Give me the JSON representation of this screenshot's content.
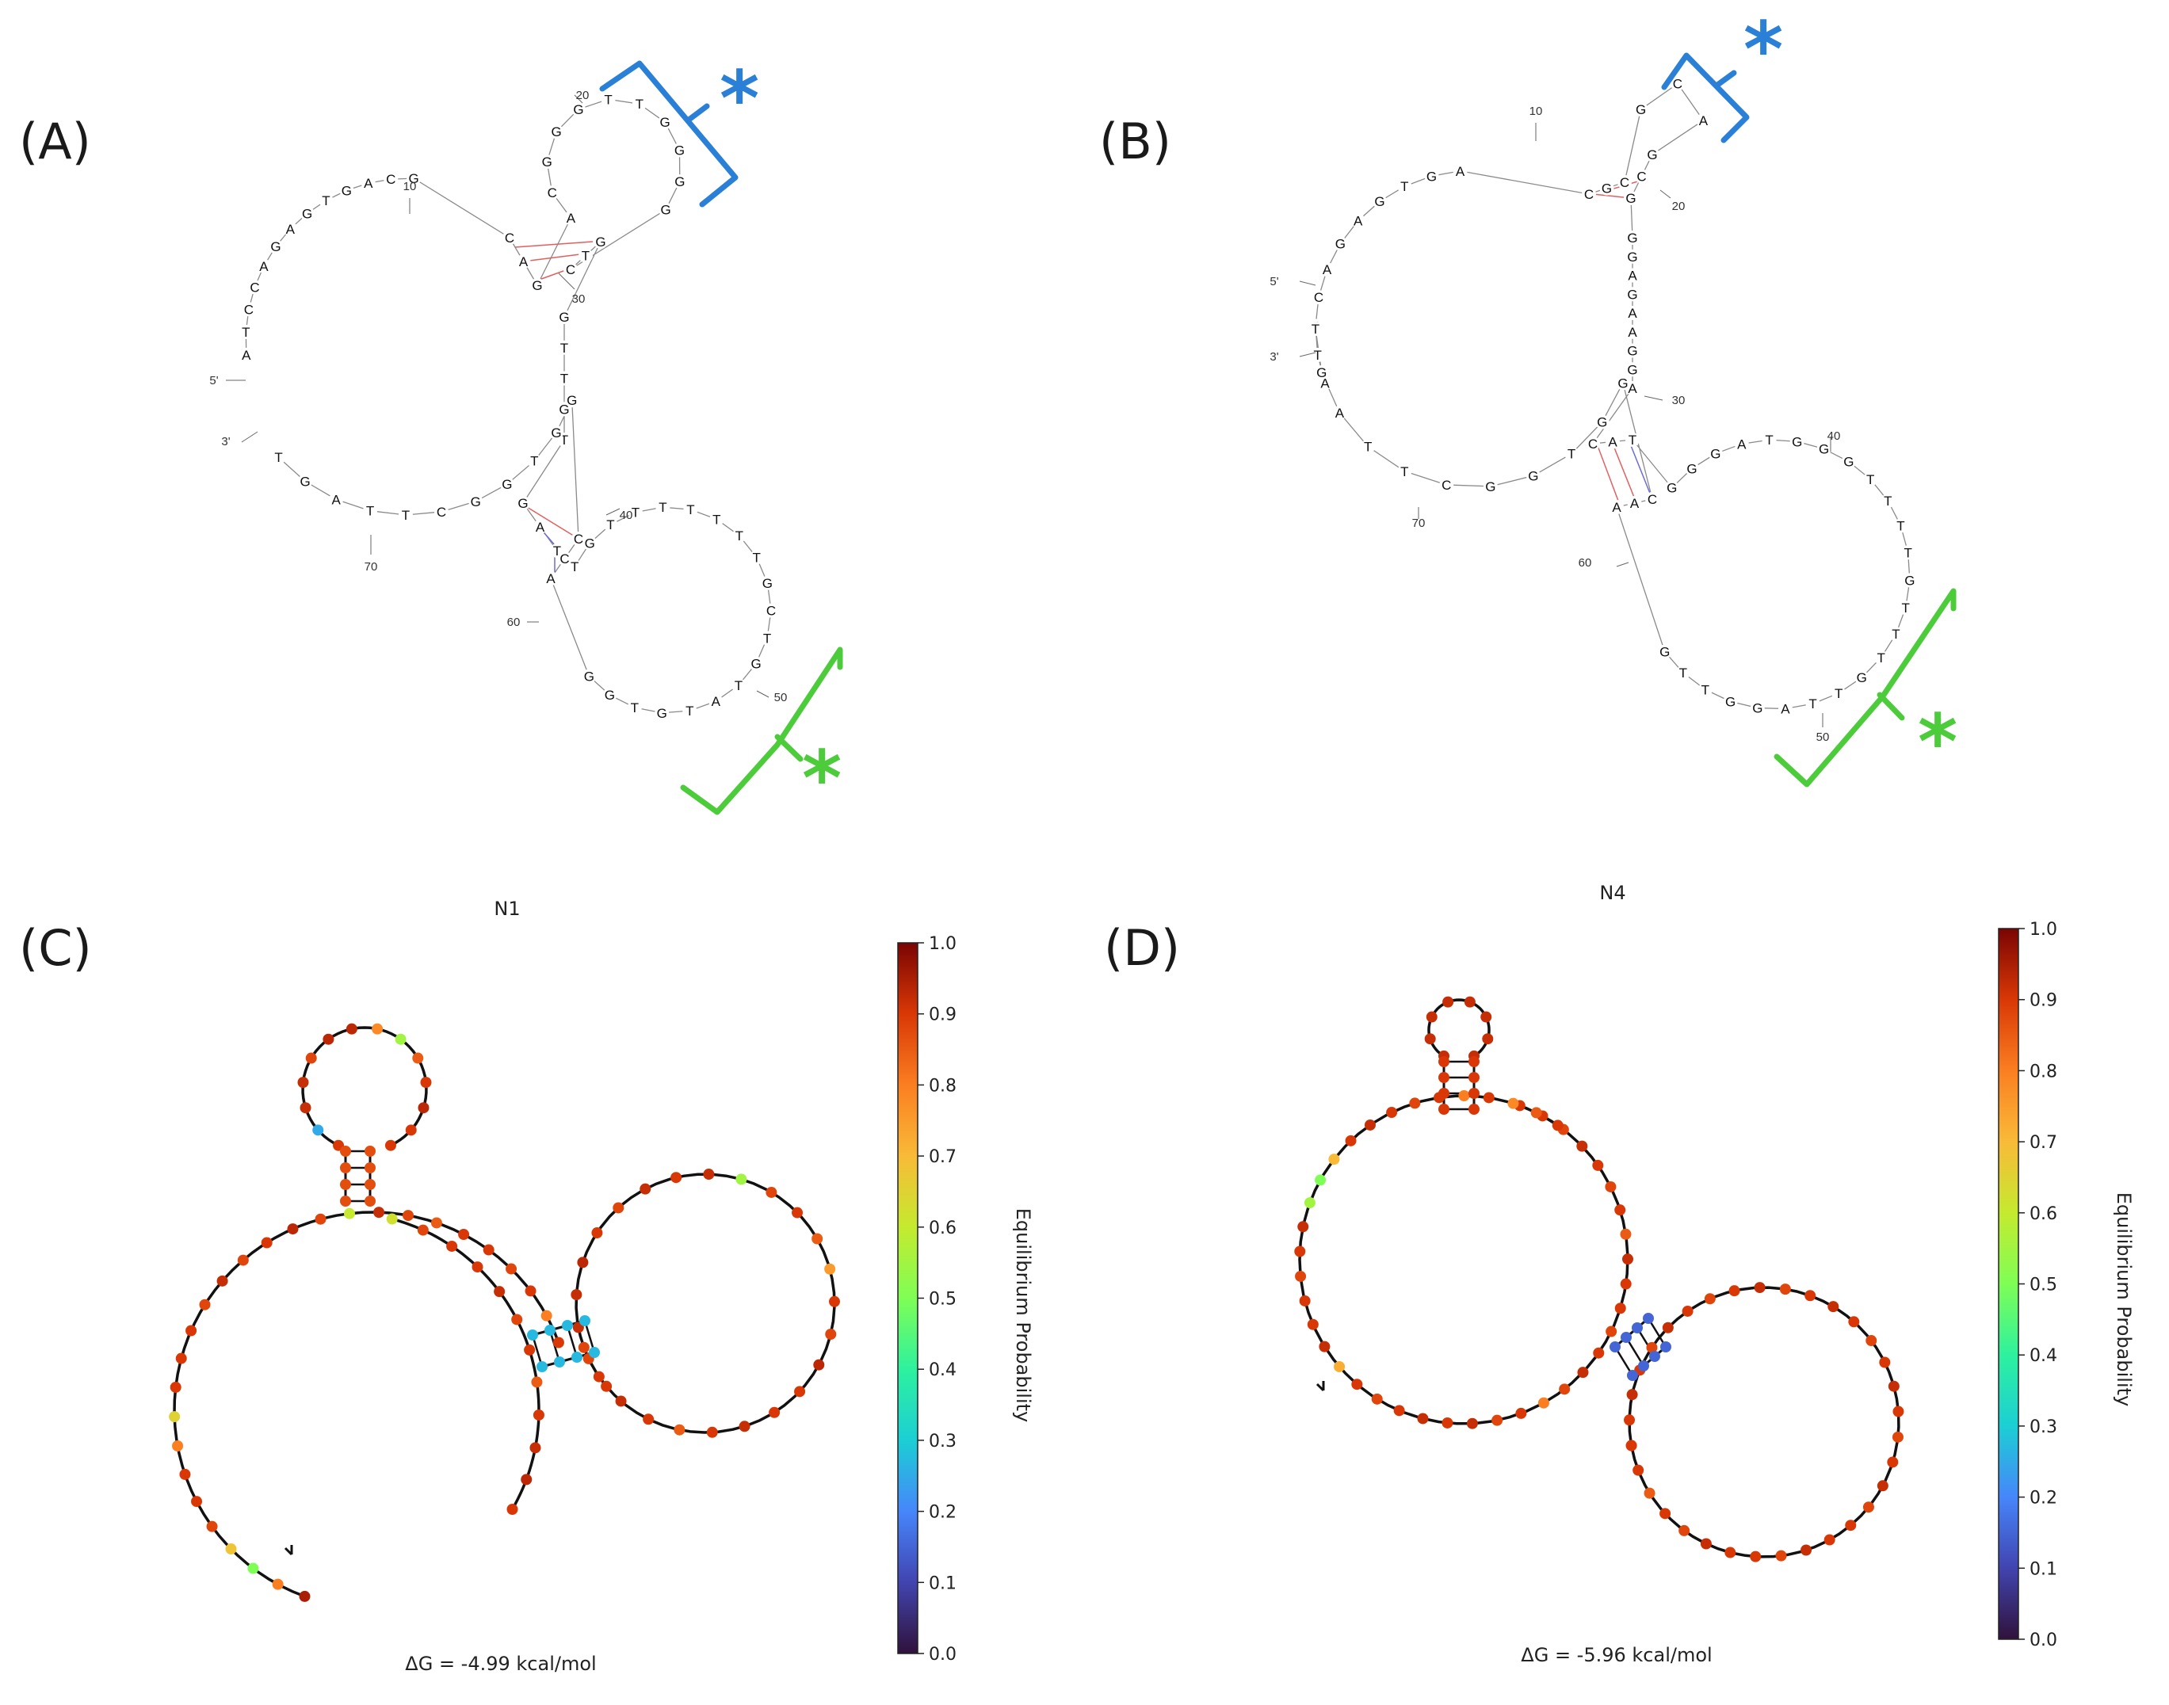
{
  "panels": {
    "A": {
      "label": "(A)"
    },
    "B": {
      "label": "(B)"
    },
    "C": {
      "label": "(C)",
      "title": "N1",
      "dg": "ΔG = -4.99 kcal/mol"
    },
    "D": {
      "label": "(D)",
      "title": "N4",
      "dg": "ΔG = -5.96 kcal/mol"
    }
  },
  "markers": {
    "star": "*",
    "blue_color": "#2a7fd6",
    "green_color": "#4ccc3a"
  },
  "colorbar": {
    "title": "Equilibrium Probability",
    "ticks": [
      "0.0",
      "0.1",
      "0.2",
      "0.3",
      "0.4",
      "0.5",
      "0.6",
      "0.7",
      "0.8",
      "0.9",
      "1.0"
    ]
  },
  "structA": {
    "five": "5'",
    "three": "3'",
    "numbers": [
      "10",
      "20",
      "30",
      "40",
      "50",
      "60",
      "70"
    ],
    "seq": {
      "leftArc": "ATCCAGAGTGACG",
      "stem1_5": "CAG",
      "hairpin1": "ACGGGTTGGGG",
      "stem1_3": "CTG",
      "connector": "GTTGT",
      "stem2_5": "GAT",
      "hairpin2": "TGTTTTTTTGCTGTATGTGG",
      "stem2_3": "ACC",
      "bottomArc": "GGTGGCTTAGT"
    }
  },
  "structB": {
    "five": "5'",
    "three": "3'",
    "numbers": [
      "10",
      "20",
      "30",
      "40",
      "50",
      "60",
      "70"
    ],
    "seq": {
      "leftArc": "ATCCAGAGTGA",
      "stem1_5": "CGC",
      "hairpin1": "GCA",
      "stem1_3": "GCG",
      "connector": "GGAGAAGGA",
      "stem2_5": "CAT",
      "hairpin2": "GGGATGGGTTTTGTTTGTTAGGTTG",
      "stem2_3": "AAC",
      "bottomArc": "GGTGGCTTAGT"
    }
  }
}
